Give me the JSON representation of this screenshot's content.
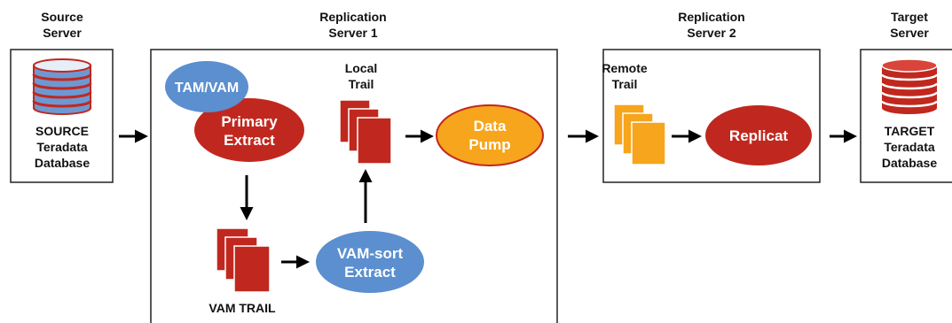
{
  "colors": {
    "red": "#c0281f",
    "blue": "#5b8fcf",
    "orange": "#f6a51c",
    "box_border": "#222222",
    "arrow": "#000000"
  },
  "headers": {
    "source": [
      "Source",
      "Server"
    ],
    "rep1": [
      "Replication",
      "Server 1"
    ],
    "rep2": [
      "Replication",
      "Server 2"
    ],
    "target": [
      "Target",
      "Server"
    ]
  },
  "source_db": [
    "SOURCE",
    "Teradata",
    "Database"
  ],
  "target_db": [
    "TARGET",
    "Teradata",
    "Database"
  ],
  "nodes": {
    "tam_vam": "TAM/VAM",
    "primary_extract": [
      "Primary",
      "Extract"
    ],
    "local_trail": [
      "Local",
      "Trail"
    ],
    "data_pump": [
      "Data",
      "Pump"
    ],
    "vam_trail": "VAM TRAIL",
    "vam_sort_extract": [
      "VAM-sort",
      "Extract"
    ],
    "remote_trail": [
      "Remote",
      "Trail"
    ],
    "replicat": "Replicat"
  },
  "icons": {
    "database": "database-cylinder-icon",
    "trail": "trail-file-stack-icon",
    "arrow": "arrow-icon"
  }
}
